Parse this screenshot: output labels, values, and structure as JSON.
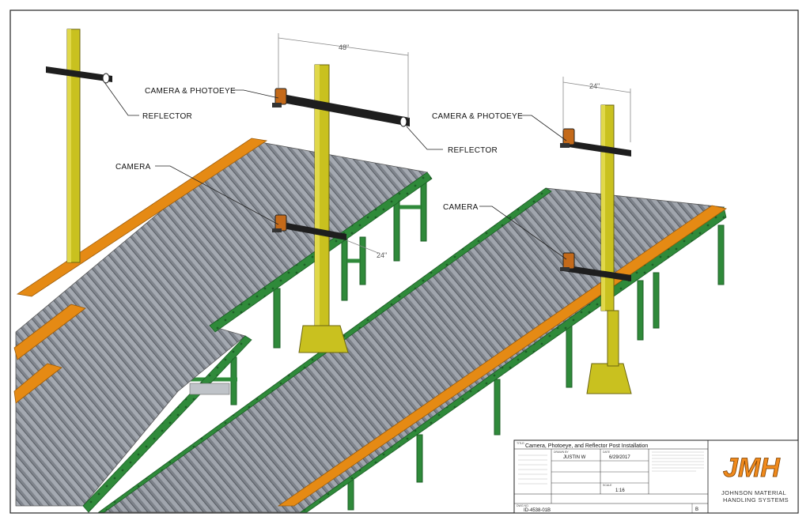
{
  "labels": {
    "camera_photoeye_1": "CAMERA & PHOTOEYE",
    "reflector_1": "REFLECTOR",
    "reflector_2": "REFLECTOR",
    "camera_1": "CAMERA",
    "camera_photoeye_2": "CAMERA & PHOTOEYE",
    "camera_2": "CAMERA"
  },
  "dimensions": {
    "dim_48": "48\"",
    "dim_24_top": "24\"",
    "dim_24_mid": "24\""
  },
  "title_block": {
    "title_label": "TITLE:",
    "title": "Camera, Photoeye, and Reflector Post Installation",
    "drawn_by_label": "DRAWN BY",
    "drawn_by": "JUSTIN W",
    "date_label": "DATE",
    "date": "6/29/2017",
    "scale_label": "SCALE",
    "scale": "1:16",
    "dwg_no_label": "DWG NO.",
    "dwg_no": "ID-4538-01B",
    "size": "B",
    "company_line1": "JOHNSON MATERIAL",
    "company_line2": "HANDLING SYSTEMS",
    "logo_text": "JMH"
  },
  "colors": {
    "frame_green": "#2f8a3a",
    "frame_green_dark": "#1d5f27",
    "guard_orange": "#e58a14",
    "roller_gray": "#8a8f98",
    "roller_dark": "#5f646c",
    "post_yellow": "#c9c11f",
    "post_dark": "#2a2a18",
    "logo_orange": "#f08a1c"
  }
}
